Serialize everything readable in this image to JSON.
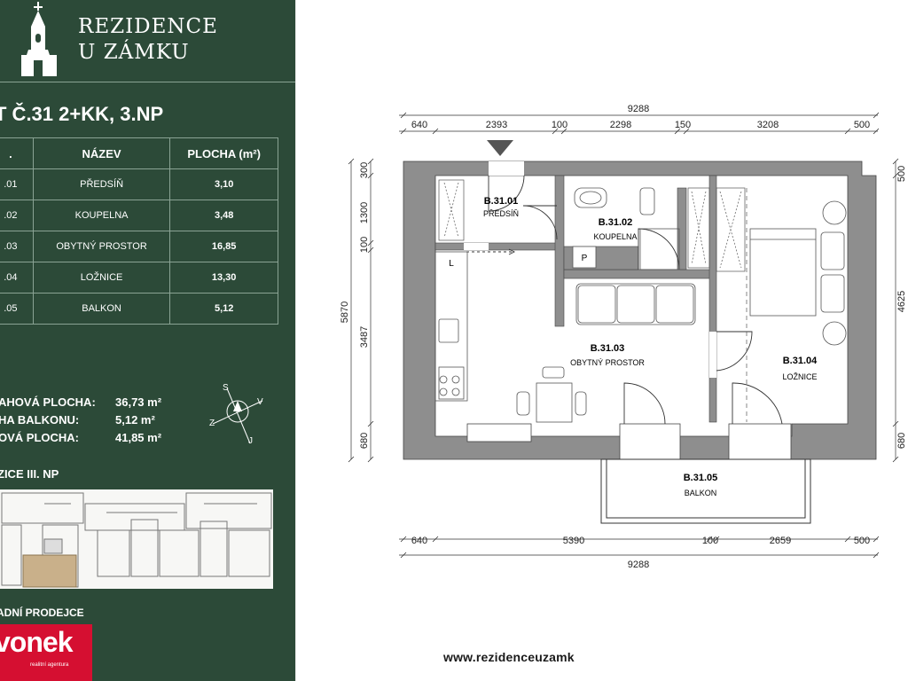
{
  "brand": {
    "line1": "REZIDENCE",
    "line2": "U ZÁMKU"
  },
  "apartment_title": "T Č.31 2+KK, 3.NP",
  "room_table": {
    "headers": [
      ".",
      "NÁZEV",
      "PLOCHA (m²)"
    ],
    "rows": [
      {
        "id": ".01",
        "name": "PŘEDSÍŇ",
        "area": "3,10"
      },
      {
        "id": ".02",
        "name": "KOUPELNA",
        "area": "3,48"
      },
      {
        "id": ".03",
        "name": "OBYTNÝ PROSTOR",
        "area": "16,85"
      },
      {
        "id": ".04",
        "name": "LOŽNICE",
        "area": "13,30"
      },
      {
        "id": ".05",
        "name": "BALKON",
        "area": "5,12"
      }
    ]
  },
  "summary": {
    "floor_label": "AHOVÁ PLOCHA:",
    "floor_value": "36,73 m²",
    "balcony_label": "HA BALKONU:",
    "balcony_value": "5,12 m²",
    "total_label": "OVÁ PLOCHA:",
    "total_value": "41,85 m²"
  },
  "compass": {
    "s": "S",
    "v": "V",
    "z": "Z",
    "j": "J"
  },
  "situation_title": "ZICE III. NP",
  "seller_title": "ADNÍ PRODEJCE",
  "agency": {
    "name": "vonek",
    "tagline": "realitní agentura",
    "color": "#d50f31"
  },
  "website": "www.rezidenceuzamk",
  "plan": {
    "dims_top_total": "9288",
    "dims_top": [
      "640",
      "2393",
      "100",
      "2298",
      "150",
      "3208",
      "500"
    ],
    "dims_bottom": [
      "640",
      "5390",
      "100",
      "2659",
      "500"
    ],
    "dims_bottom_total": "9288",
    "dims_left": [
      "300",
      "1300",
      "100",
      "3487",
      "680"
    ],
    "dims_left_total": "5870",
    "dims_right": [
      "500",
      "4625",
      "680"
    ],
    "rooms": [
      {
        "code": "B.31.01",
        "name": "PŘEDSÍŇ"
      },
      {
        "code": "B.31.02",
        "name": "KOUPELNA"
      },
      {
        "code": "B.31.03",
        "name": "OBYTNÝ PROSTOR"
      },
      {
        "code": "B.31.04",
        "name": "LOŽNICE"
      },
      {
        "code": "B.31.05",
        "name": "BALKON"
      }
    ],
    "fixtures": {
      "kitchen_l": "L",
      "parking_p": "P"
    }
  },
  "colors": {
    "sidebar": "#2c4a38",
    "wall": "#8e8e8e",
    "accent_red": "#d50f31"
  }
}
